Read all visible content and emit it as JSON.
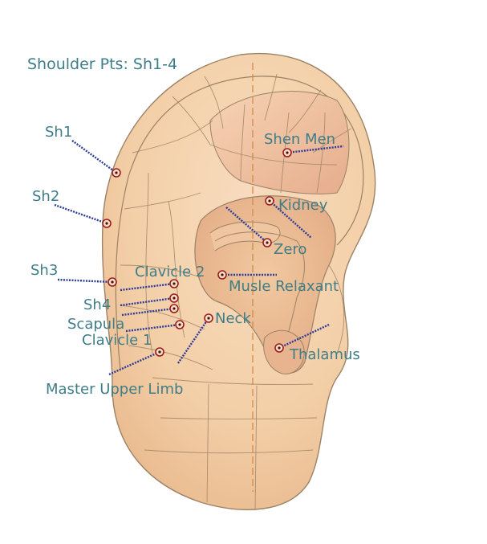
{
  "title": "Shoulder Pts: Sh1-4",
  "colors": {
    "label": "#3f7d88",
    "skin": "#f4d2ac",
    "skin_dark": "#e9b88e",
    "grid": "#9c8266",
    "leader": "#2a3a9a",
    "point_ring": "#9b1c1c"
  },
  "points": [
    {
      "id": "sh1",
      "label": "Sh1"
    },
    {
      "id": "sh2",
      "label": "Sh2"
    },
    {
      "id": "sh3",
      "label": "Sh3"
    },
    {
      "id": "shen-men",
      "label": "Shen Men"
    },
    {
      "id": "kidney",
      "label": "Kidney"
    },
    {
      "id": "zero",
      "label": "Zero"
    },
    {
      "id": "clavicle-2",
      "label": "Clavicle 2"
    },
    {
      "id": "musle-relaxant",
      "label": "Musle Relaxant"
    },
    {
      "id": "sh4",
      "label": "Sh4"
    },
    {
      "id": "scapula",
      "label": "Scapula"
    },
    {
      "id": "clavicle-1",
      "label": "Clavicle 1"
    },
    {
      "id": "neck",
      "label": "Neck"
    },
    {
      "id": "thalamus",
      "label": "Thalamus"
    },
    {
      "id": "master-upper-limb",
      "label": "Master Upper Limb"
    }
  ]
}
